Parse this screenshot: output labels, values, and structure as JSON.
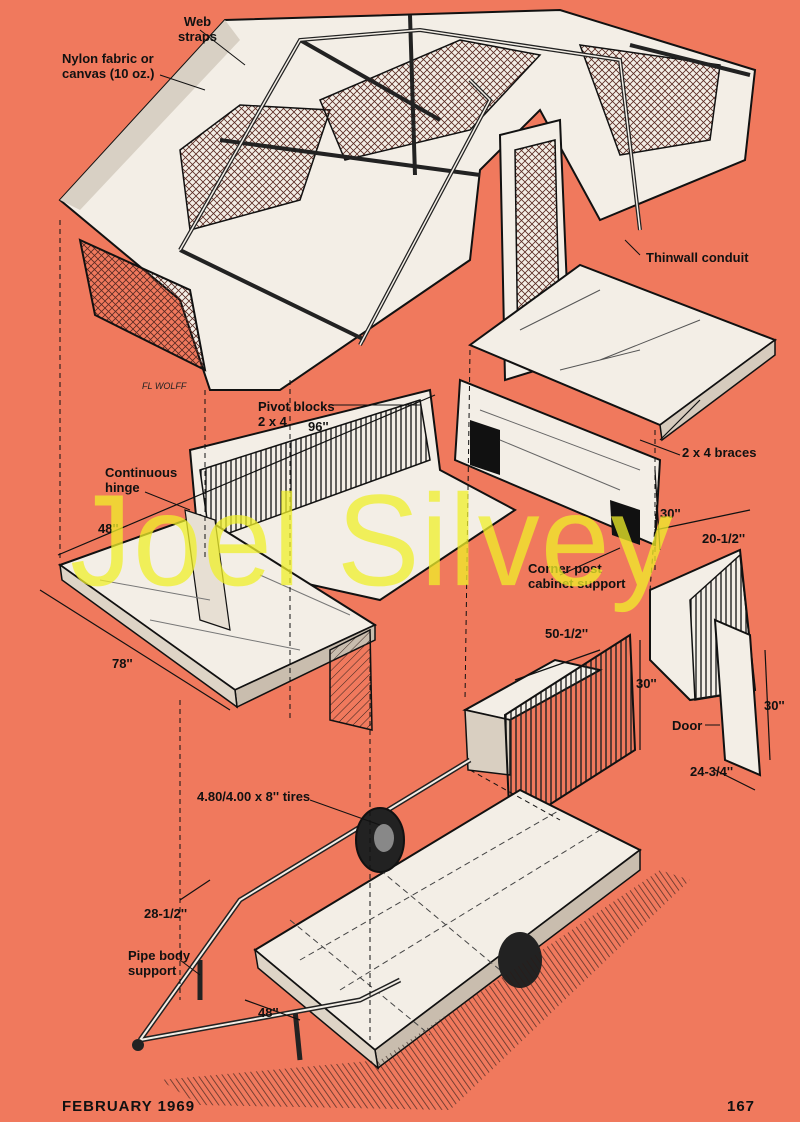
{
  "labels": {
    "web_straps": "Web\nstraps",
    "nylon_fabric": "Nylon fabric or\ncanvas  (10 oz.)",
    "thinwall_conduit": "Thinwall conduit",
    "pivot_blocks": "Pivot blocks\n2 x 4",
    "dim_96": "96''",
    "braces": "2 x 4 braces",
    "continuous_hinge": "Continuous\nhinge",
    "dim_48_top": "48''",
    "dim_30_cabinet": "30''",
    "corner_post": "Corner post\ncabinet support",
    "dim_20_half": "20-1/2''",
    "dim_78": "78''",
    "dim_50_half": "50-1/2''",
    "dim_30_panel": "30''",
    "dim_30_door": "30''",
    "door": "Door",
    "dim_24_3_4": "24-3/4''",
    "tires": "4.80/4.00 x 8'' tires",
    "dim_28_half": "28-1/2''",
    "pipe_body_support": "Pipe body\nsupport",
    "dim_48_bottom": "48''"
  },
  "artist_signature": "FL WOLFF",
  "watermark": "Joel Silvey",
  "footer": {
    "issue": "FEBRUARY 1969",
    "page_number": "167"
  },
  "colors": {
    "background": "#f0795d",
    "panel": "#f3eee6",
    "ink": "#111111",
    "watermark": "#f0f02a"
  }
}
